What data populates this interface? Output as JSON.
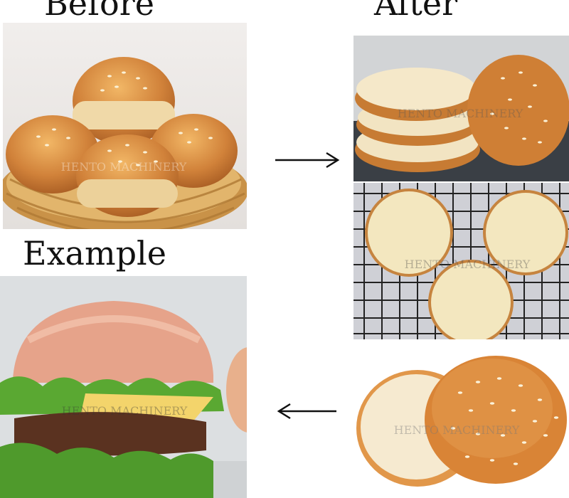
{
  "labels": {
    "before": "Before",
    "after": "After",
    "example": "Example"
  },
  "watermark": "HENTO MACHINERY",
  "colors": {
    "bun_crust": "#c9782f",
    "bun_crumb": "#f3e6c4",
    "lettuce": "#4f9a2c",
    "cheese": "#f2d35c",
    "patty": "#5a3220",
    "basket": "#d8a65a"
  },
  "icons": {
    "arrow_right": "arrow-right-icon",
    "arrow_left": "arrow-left-icon"
  }
}
